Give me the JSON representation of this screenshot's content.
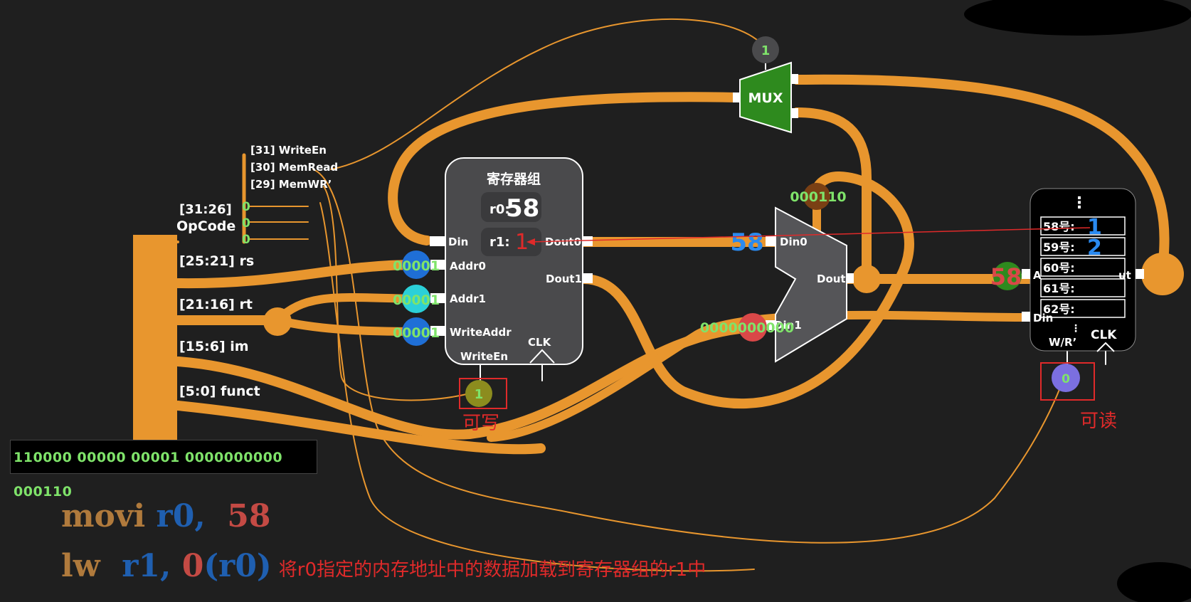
{
  "signals": {
    "write_en": "[31] WriteEn",
    "mem_read": "[30] MemRead",
    "mem_wr": "[29] MemWR’",
    "opcode_range": "[31:26]",
    "opcode": "OpCode",
    "rs": "[25:21] rs",
    "rt": "[21:16] rt",
    "im": "[15:6] im",
    "funct": "[5:0] funct",
    "bits": [
      "0",
      "0",
      "0"
    ]
  },
  "instruction_bits": "110000 00000 00001 0000000000 000110",
  "register_file": {
    "title": "寄存器组",
    "r0_label": "r0:",
    "r0_value": "58",
    "r1_label": "r1:",
    "r1_value": "1",
    "din": "Din",
    "dout0": "Dout0",
    "dout1": "Dout1",
    "addr0": "Addr0",
    "addr1": "Addr1",
    "write_addr": "WriteAddr",
    "write_en": "WriteEn",
    "clk": "CLK",
    "addr0_value": "00001",
    "addr1_value": "00001",
    "write_addr_value": "00001",
    "write_en_value": "1",
    "write_note": "可写"
  },
  "mux_top": {
    "label": "MUX",
    "select_value": "1"
  },
  "alu_mux": {
    "din0": "Din0",
    "din1": "Din1",
    "dout": "Dout",
    "select_value": "000110",
    "din0_value": "58",
    "din1_value": "0000000000"
  },
  "memory": {
    "dots_top": "⋮",
    "rows": [
      {
        "label": "58号:",
        "value": "1"
      },
      {
        "label": "59号:",
        "value": "2"
      },
      {
        "label": "60号:",
        "value": ""
      },
      {
        "label": "61号:",
        "value": ""
      },
      {
        "label": "62号:",
        "value": ""
      }
    ],
    "dots_bottom": "⋮",
    "addr_label": "A",
    "dout_label": "ut",
    "din_label": "Din",
    "wr_label": "W/R’",
    "clk": "CLK",
    "addr_value": "58",
    "wr_value": "0",
    "read_note": "可读"
  },
  "asm": {
    "line1_op": "movi",
    "line1_reg": "r0,",
    "line1_num": "58",
    "line2_op": "lw",
    "line2_reg": "r1,",
    "line2_num": "0",
    "line2_base": "(r0)",
    "line2_comment": "将r0指定的内存地址中的数据加载到寄存器组的r1中"
  },
  "colors": {
    "wire": "#e8962e",
    "node_green": "#7fe36a",
    "mux_green": "#2e8a1e",
    "blue_node": "#1f6fd6",
    "cyan_node": "#2bd0d8",
    "red_annot": "#e02a2a",
    "value_blue": "#2a8af0"
  }
}
